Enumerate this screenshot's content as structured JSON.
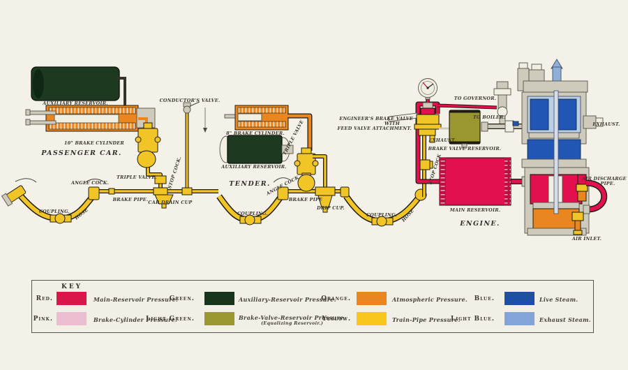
{
  "palette": {
    "background": "#f4f1e8",
    "red": "#e2104f",
    "pink": "#ecbcd0",
    "green": "#1d3a21",
    "light_green": "#9a9630",
    "orange": "#e9861f",
    "yellow": "#f2c527",
    "blue": "#2256b4",
    "light_blue": "#8fafd9",
    "ink": "#2b2b22"
  },
  "diagram": {
    "passenger_car": {
      "title": "PASSENGER CAR.",
      "auxiliary_reservoir": "AUXILIARY RESERVOIR.",
      "brake_cylinder": "10\" BRAKE CYLINDER",
      "triple_valve": "TRIPLE VALVE.",
      "conductors_valve": "CONDUCTOR'S VALVE.",
      "stop_cock": "STOP COCK.",
      "angle_cock": "ANGLE COCK.",
      "brake_pipe": "BRAKE PIPE.",
      "car_drain_cup": "CAR DRAIN CUP",
      "coupling": "COUPLING.",
      "hose": "HOSE"
    },
    "tender": {
      "title": "TENDER.",
      "brake_cylinder": "8\" BRAKE CYLINDER.",
      "triple_valve": "TRIPLE VALVE",
      "auxiliary_reservoir": "AUXILIARY RESERVOIR.",
      "angle_cock": "ANGLE COCK.",
      "brake_pipe": "BRAKE PIPE",
      "drip_cup": "DRIP CUP.",
      "coupling_left": "COUPLING.",
      "coupling_right": "COUPLING.",
      "hose": "HOSE"
    },
    "engine": {
      "title": "ENGINE.",
      "brake_valve_line1": "ENGINEER'S BRAKE VALVE",
      "brake_valve_line2": "WITH",
      "brake_valve_line3": "FEED VALVE ATTACHMENT.",
      "to_governor": "TO GOVERNOR.",
      "to_boiler": "TO BOILER.",
      "valve_exhaust": "EXHAUST.",
      "brake_valve_reservoir": "BRAKE VALVE RESERVOIR.",
      "stop_cock": "STOP COCK",
      "main_reservoir": "MAIN RESERVOIR.",
      "pump_exhaust": "EXHAUST.",
      "air_discharge_line1": "AIR DISCHARGE",
      "air_discharge_line2": "PIPE.",
      "air_inlet": "AIR INLET."
    }
  },
  "key": {
    "title": "KEY",
    "entries": [
      {
        "name": "Red.",
        "color": "#d9164a",
        "description": "Main-Reservoir Pressure."
      },
      {
        "name": "Pink.",
        "color": "#ecbcd0",
        "description": "Brake-Cylinder Pressure."
      },
      {
        "name": "Green.",
        "color": "#17351c",
        "description": "Auxiliary-Reservoir Pressure."
      },
      {
        "name": "Light Green.",
        "color": "#9a9630",
        "description": "Brake-Valve-Reservoir Pressure.",
        "description2": "(Equalizing Reservoir.)"
      },
      {
        "name": "Orange.",
        "color": "#e9861f",
        "description": "Atmospheric Pressure."
      },
      {
        "name": "Yellow.",
        "color": "#f7c71e",
        "description": "Train-Pipe Pressure."
      },
      {
        "name": "Blue.",
        "color": "#1e4fa5",
        "description": "Live Steam."
      },
      {
        "name": "Light Blue.",
        "color": "#82a4d8",
        "description": "Exhaust Steam."
      }
    ]
  }
}
